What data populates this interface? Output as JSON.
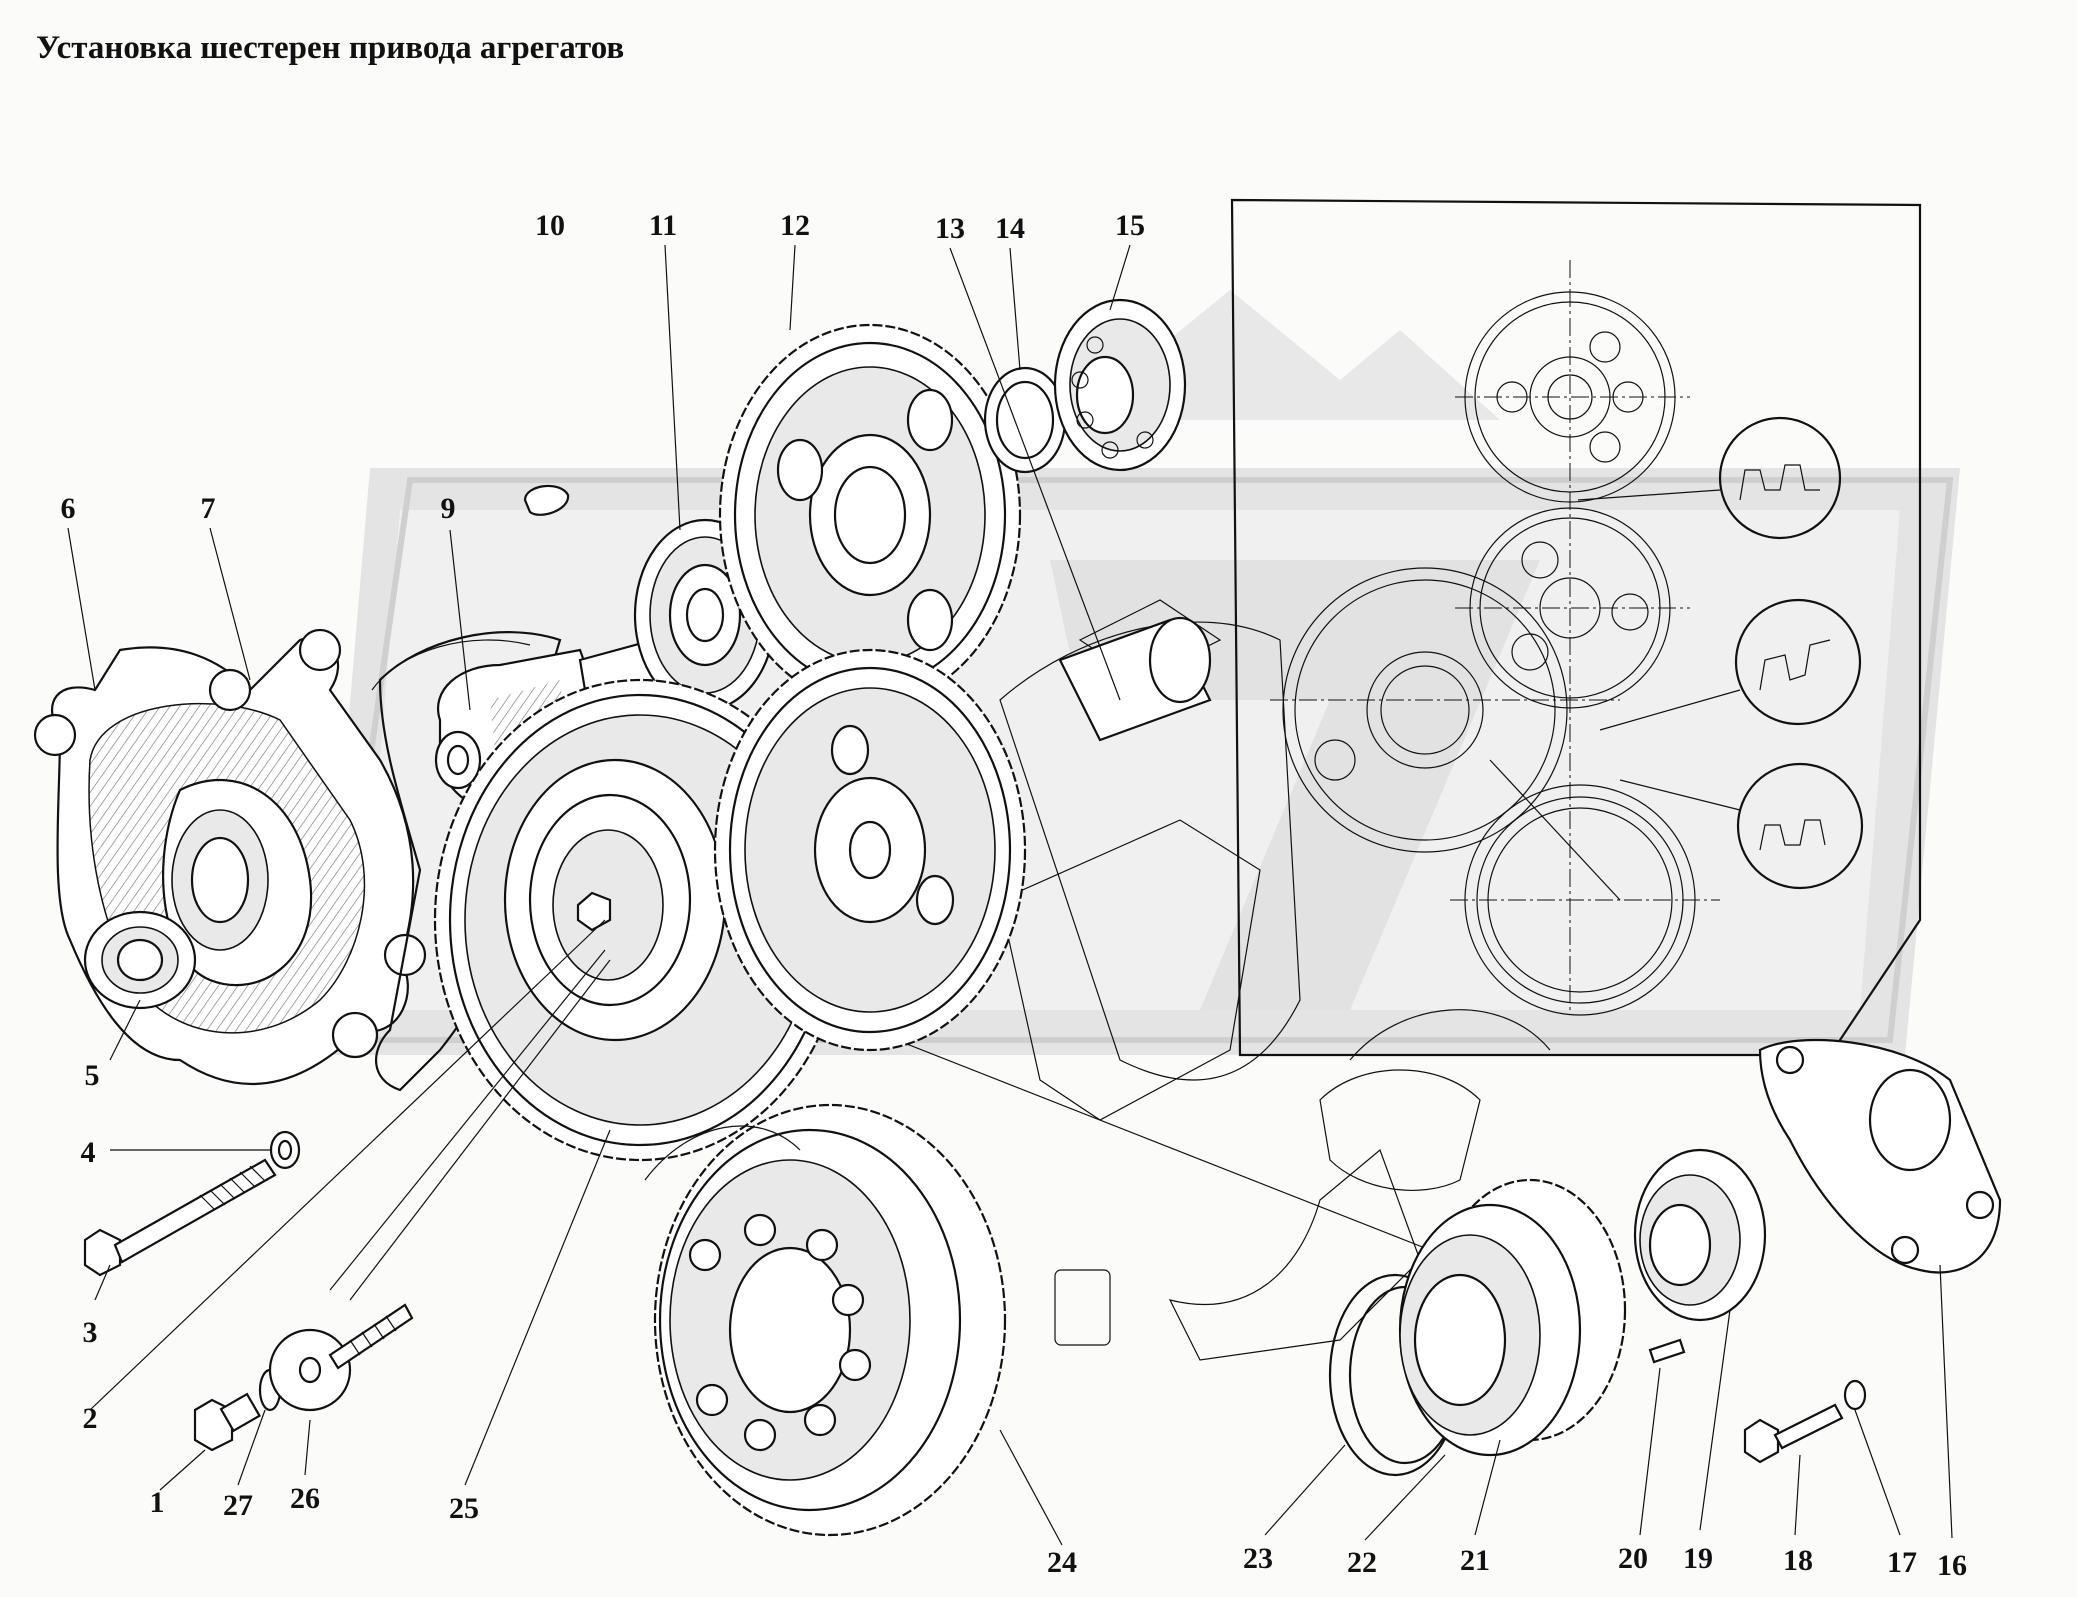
{
  "title": "Установка шестерен привода агрегатов",
  "callouts": [
    {
      "id": "1",
      "label": "1"
    },
    {
      "id": "2",
      "label": "2"
    },
    {
      "id": "3",
      "label": "3"
    },
    {
      "id": "4",
      "label": "4"
    },
    {
      "id": "5",
      "label": "5"
    },
    {
      "id": "6",
      "label": "6"
    },
    {
      "id": "7",
      "label": "7"
    },
    {
      "id": "9",
      "label": "9"
    },
    {
      "id": "10",
      "label": "10"
    },
    {
      "id": "11",
      "label": "11"
    },
    {
      "id": "12",
      "label": "12"
    },
    {
      "id": "13",
      "label": "13"
    },
    {
      "id": "14",
      "label": "14"
    },
    {
      "id": "15",
      "label": "15"
    },
    {
      "id": "16",
      "label": "16"
    },
    {
      "id": "17",
      "label": "17"
    },
    {
      "id": "18",
      "label": "18"
    },
    {
      "id": "19",
      "label": "19"
    },
    {
      "id": "20",
      "label": "20"
    },
    {
      "id": "21",
      "label": "21"
    },
    {
      "id": "22",
      "label": "22"
    },
    {
      "id": "23",
      "label": "23"
    },
    {
      "id": "24",
      "label": "24"
    },
    {
      "id": "25",
      "label": "25"
    },
    {
      "id": "26",
      "label": "26"
    },
    {
      "id": "27",
      "label": "27"
    }
  ]
}
